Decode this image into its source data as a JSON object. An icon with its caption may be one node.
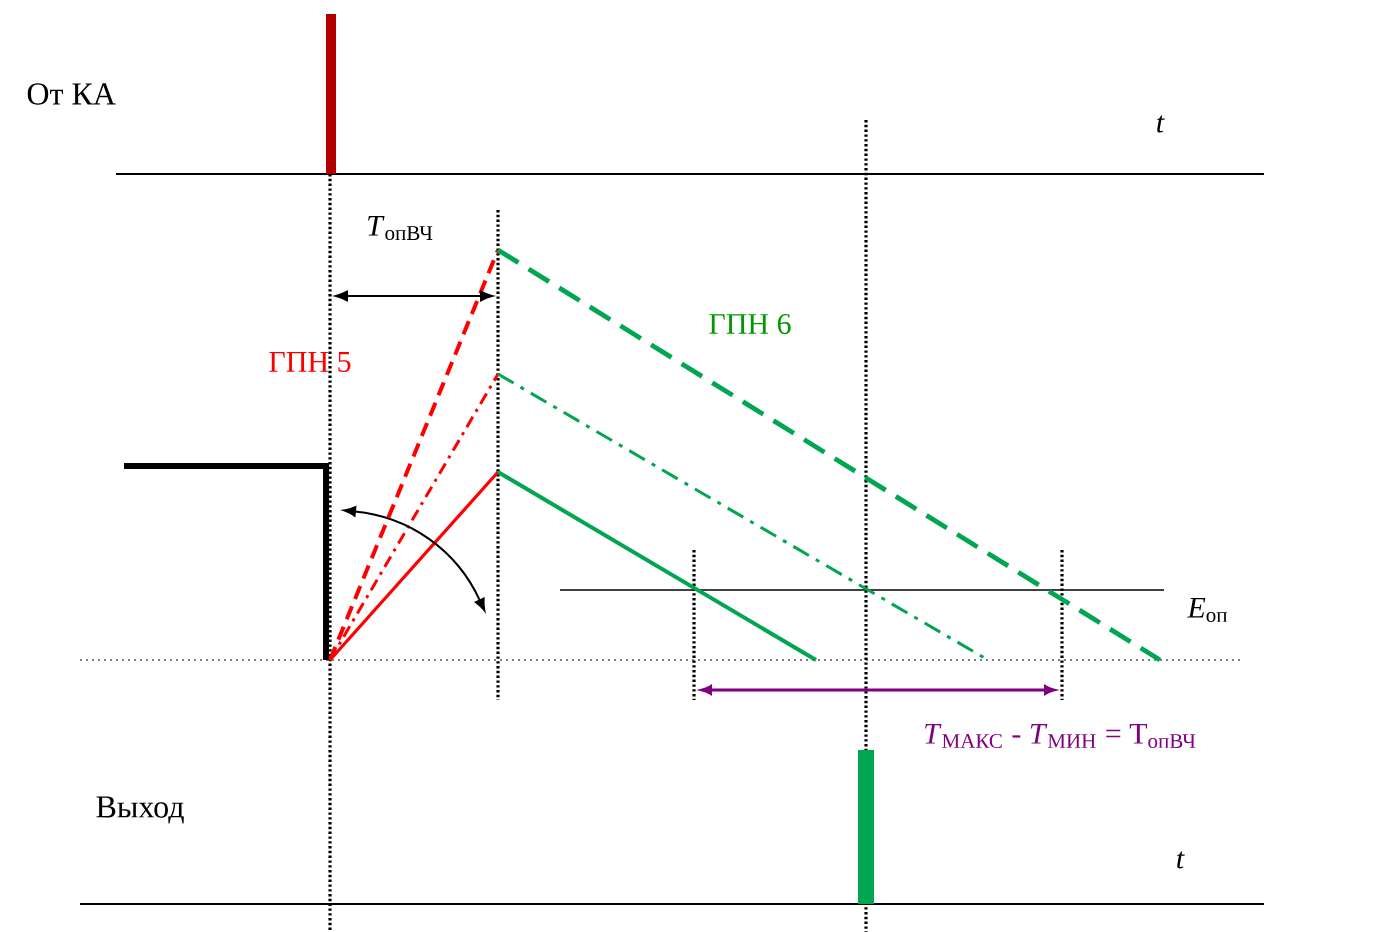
{
  "diagram": {
    "labels": [
      "От КА",
      "t",
      "*T*$_{опВЧ}$",
      "ГПН 5",
      "ГПН 6",
      "*E*$_{оп}$",
      "*T*$_{МАКС}$ - *T*$_{МИН}$ = Т$_{опВЧ}$",
      "Выход",
      "t"
    ]
  }
}
